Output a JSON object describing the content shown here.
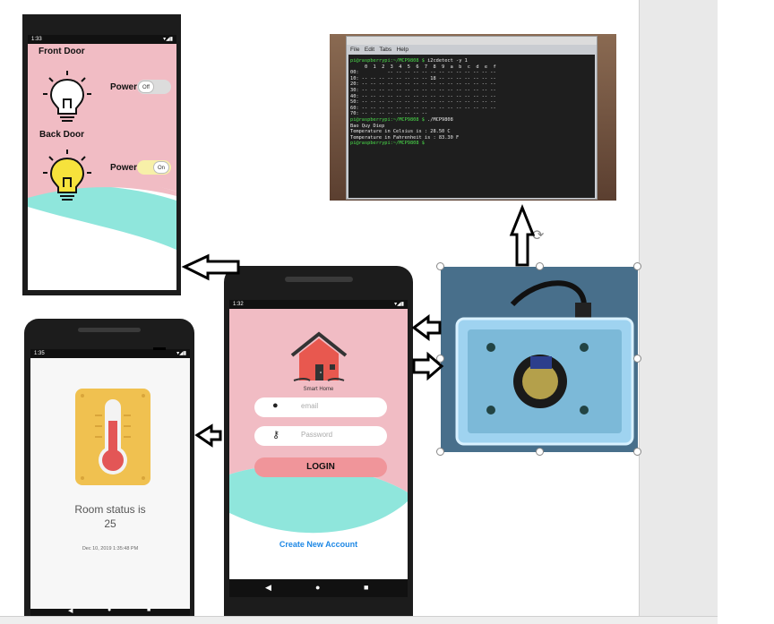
{
  "phone_lights": {
    "status_time": "1:33",
    "front_door_label": "Front Door",
    "back_door_label": "Back Door",
    "power_label_1": "Power",
    "power_label_2": "Power",
    "toggle_1": "Off",
    "toggle_2": "On"
  },
  "phone_temp": {
    "status_time": "1:35",
    "room_status_line1": "Room status is",
    "room_status_value": "25",
    "timestamp": "Dec 10, 2019 1:35:48 PM"
  },
  "phone_login": {
    "status_time": "1:32",
    "brand": "Smart Home",
    "email_placeholder": "email",
    "password_placeholder": "Password",
    "login_label": "LOGIN",
    "create_account": "Create New Account"
  },
  "terminal": {
    "menu": [
      "File",
      "Edit",
      "Tabs",
      "Help"
    ],
    "lines": [
      "pi@raspberrypi:~/MCP9808 $ i2cdetect -y 1",
      "     0  1  2  3  4  5  6  7  8  9  a  b  c  d  e  f",
      "00:          -- -- -- -- -- -- -- -- -- -- -- -- --",
      "10: -- -- -- -- -- -- -- -- 18 -- -- -- -- -- -- --",
      "20: -- -- -- -- -- -- -- -- -- -- -- -- -- -- -- --",
      "30: -- -- -- -- -- -- -- -- -- -- -- -- -- -- -- --",
      "40: -- -- -- -- -- -- -- -- -- -- -- -- -- -- -- --",
      "50: -- -- -- -- -- -- -- -- -- -- -- -- -- -- -- --",
      "60: -- -- -- -- -- -- -- -- -- -- -- -- -- -- -- --",
      "70: -- -- -- -- -- -- -- --",
      "pi@raspberrypi:~/MCP9808 $ ./MCP9808",
      "Bao Quy Diep",
      "Temperature in Celsius is : 28.50 C",
      "Temperature in Fahrenheit is : 83.30 F",
      "pi@raspberrypi:~/MCP9808 $ "
    ]
  },
  "colors": {
    "pink": "#f1bcc4",
    "teal": "#8fe6dc",
    "login_button": "#f0959a",
    "link_blue": "#1e88e5",
    "terminal_bg": "#1e1e1e",
    "prompt_green": "#4be04b"
  },
  "icons": [
    "anchor-icon",
    "lightbulb-off-icon",
    "lightbulb-on-icon",
    "house-logo-icon",
    "user-icon",
    "key-icon",
    "thermometer-icon",
    "rotate-icon"
  ]
}
